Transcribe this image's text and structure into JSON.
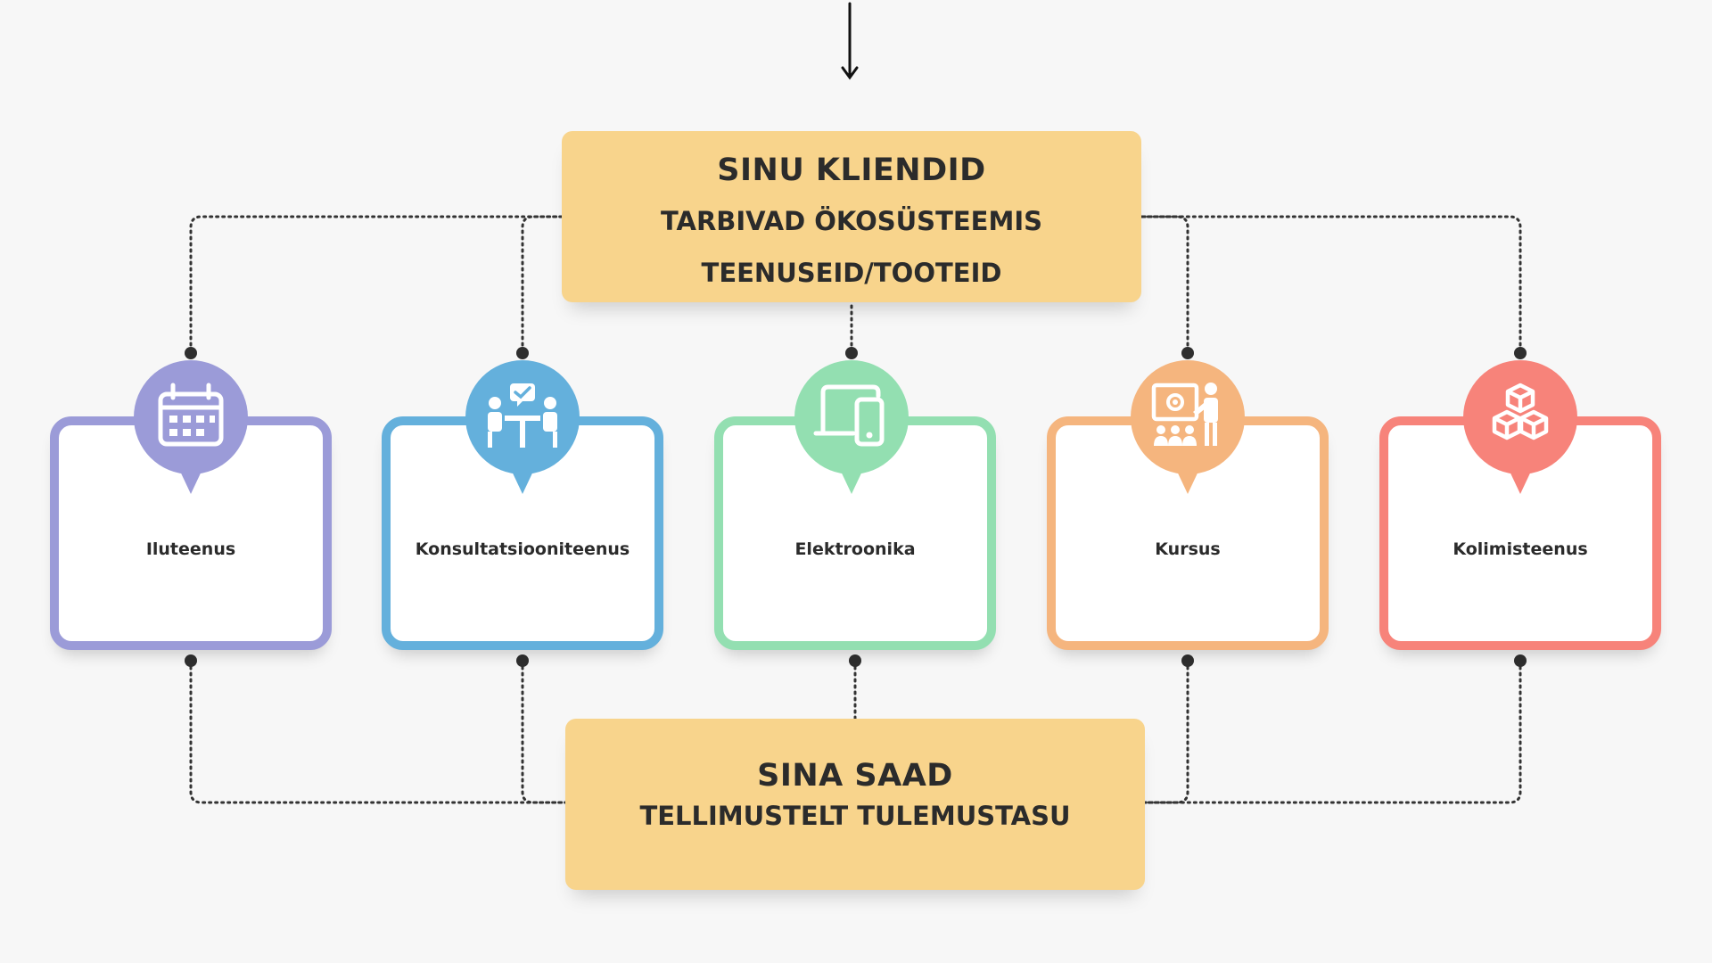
{
  "header": {
    "title": "SINU KLIENDID",
    "subtitle_line1": "TARBIVAD ÖKOSÜSTEEMIS",
    "subtitle_line2": "TEENUSEID/TOOTEID"
  },
  "footer": {
    "title": "SINA SAAD",
    "subtitle": "TELLIMUSTELT TULEMUSTASU"
  },
  "cards": [
    {
      "label": "Iluteenus",
      "icon": "calendar-icon",
      "color": "#9b9bd8"
    },
    {
      "label": "Konsultatsiooniteenus",
      "icon": "meeting-icon",
      "color": "#64b0dc"
    },
    {
      "label": "Elektroonika",
      "icon": "devices-icon",
      "color": "#93dfb1"
    },
    {
      "label": "Kursus",
      "icon": "presentation-icon",
      "color": "#f5b57e"
    },
    {
      "label": "Kolimisteenus",
      "icon": "boxes-icon",
      "color": "#f7837a"
    }
  ],
  "colors": {
    "background": "#f7f7f7",
    "banner": "#f8d48c",
    "text": "#2b2b2b",
    "connector": "#333333"
  }
}
